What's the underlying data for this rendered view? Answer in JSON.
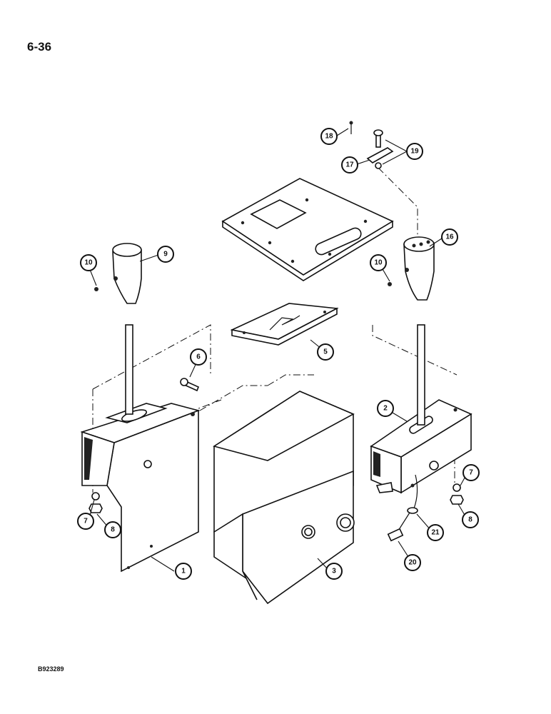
{
  "page": {
    "number": "6-36",
    "figure_code": "B923289"
  },
  "callouts": [
    {
      "id": "c1",
      "label": "1"
    },
    {
      "id": "c2",
      "label": "2"
    },
    {
      "id": "c3",
      "label": "3"
    },
    {
      "id": "c5",
      "label": "5"
    },
    {
      "id": "c6",
      "label": "6"
    },
    {
      "id": "c7a",
      "label": "7"
    },
    {
      "id": "c7b",
      "label": "7"
    },
    {
      "id": "c8a",
      "label": "8"
    },
    {
      "id": "c8b",
      "label": "8"
    },
    {
      "id": "c9",
      "label": "9"
    },
    {
      "id": "c10a",
      "label": "10"
    },
    {
      "id": "c10b",
      "label": "10"
    },
    {
      "id": "c16",
      "label": "16"
    },
    {
      "id": "c17",
      "label": "17"
    },
    {
      "id": "c18",
      "label": "18"
    },
    {
      "id": "c19",
      "label": "19"
    },
    {
      "id": "c20",
      "label": "20"
    },
    {
      "id": "c21",
      "label": "21"
    }
  ]
}
